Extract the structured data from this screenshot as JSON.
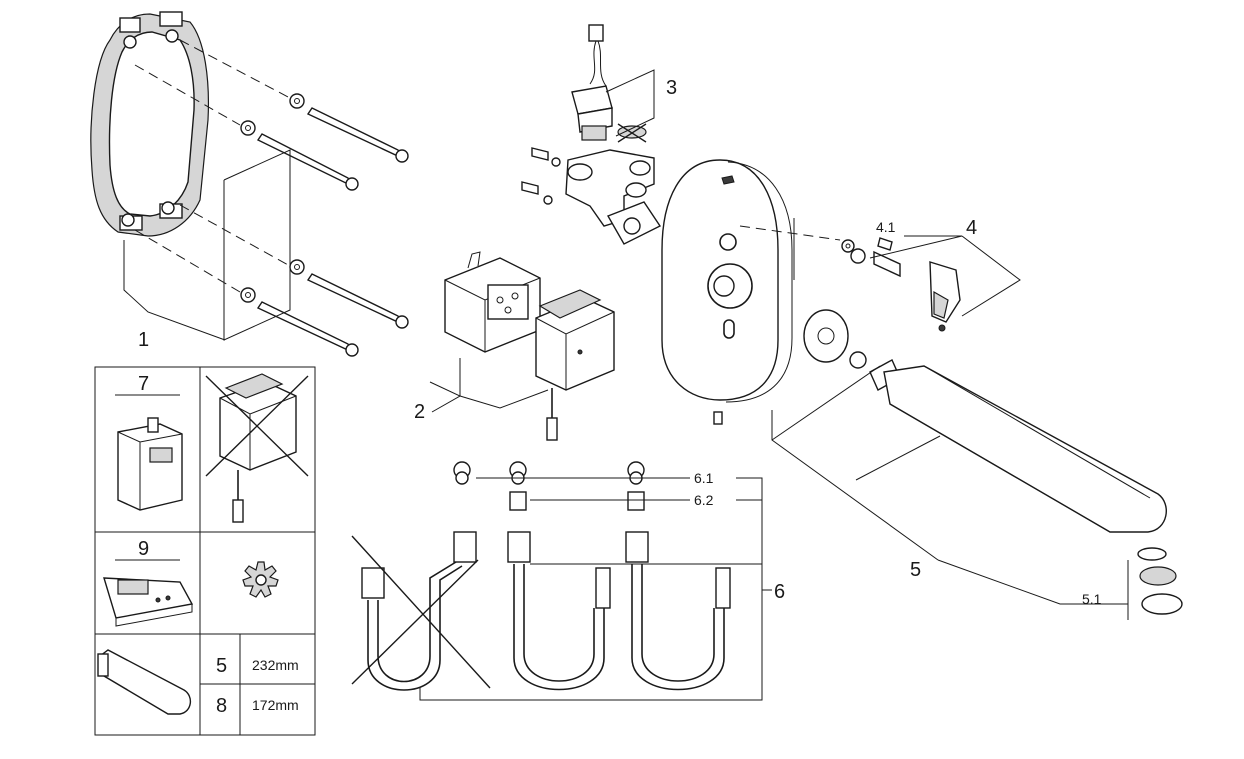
{
  "callouts": {
    "c1": "1",
    "c2": "2",
    "c3": "3",
    "c4": "4",
    "c4_1": "4.1",
    "c5": "5",
    "c5_1": "5.1",
    "c6": "6",
    "c6_1": "6.1",
    "c6_2": "6.2"
  },
  "side_table": {
    "cell_7_label": "7",
    "cell_9_label": "9",
    "spout_rows": [
      {
        "key": "5",
        "length": "232mm"
      },
      {
        "key": "8",
        "length": "172mm"
      }
    ]
  }
}
